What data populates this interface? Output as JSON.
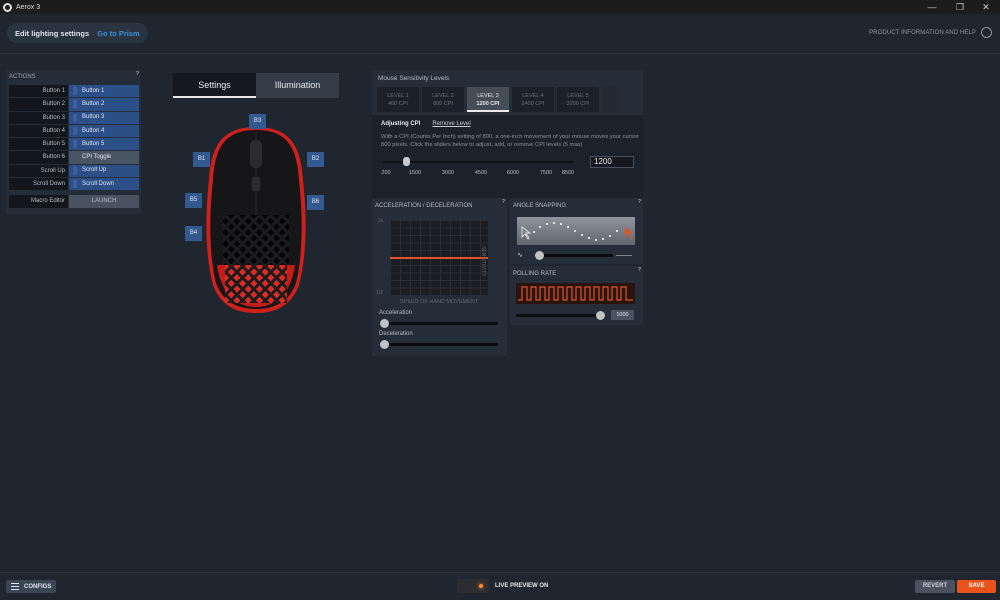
{
  "window": {
    "title": "Aerox 3",
    "minimize": "—",
    "restore": "❐",
    "close": "✕"
  },
  "header": {
    "edit_lighting": "Edit lighting settings",
    "go_to_prism": "Go to Prism",
    "help_label": "PRODUCT INFORMATION AND HELP"
  },
  "actions": {
    "title": "ACTIONS",
    "help": "?",
    "rows": [
      {
        "label": "Button 1",
        "value": "Button 1"
      },
      {
        "label": "Button 2",
        "value": "Button 2"
      },
      {
        "label": "Button 3",
        "value": "Button 3"
      },
      {
        "label": "Button 4",
        "value": "Button 4"
      },
      {
        "label": "Button 5",
        "value": "Button 5"
      },
      {
        "label": "Button 6",
        "value": "CPI Toggle"
      },
      {
        "label": "Scroll Up",
        "value": "Scroll Up"
      },
      {
        "label": "Scroll Down",
        "value": "Scroll Down"
      }
    ],
    "macro_label": "Macro Editor",
    "launch_label": "LAUNCH"
  },
  "tabs": {
    "settings": "Settings",
    "illumination": "Illumination"
  },
  "mouse_buttons": {
    "b1": "B1",
    "b2": "B2",
    "b3": "B3",
    "b4": "B4",
    "b5": "B5",
    "b6": "B6"
  },
  "sensitivity": {
    "title": "Mouse Sensitivity Levels",
    "levels": [
      {
        "name": "LEVEL 1",
        "cpi": "400 CPI"
      },
      {
        "name": "LEVEL 2",
        "cpi": "800 CPI"
      },
      {
        "name": "LEVEL 3",
        "cpi": "1200 CPI"
      },
      {
        "name": "LEVEL 4",
        "cpi": "2400 CPI"
      },
      {
        "name": "LEVEL 5",
        "cpi": "3200 CPI"
      }
    ],
    "active_level": 3,
    "adjusting_label": "Adjusting CPI",
    "remove_label": "Remove Level",
    "description": "With a CPI (Counts Per Inch) setting of 800, a one-inch movement of your mouse moves your cursor 800 pixels. Click the sliders below to adjust, add, or remove CPI levels (5 max)",
    "ticks": [
      "200",
      "1500",
      "3000",
      "4500",
      "6000",
      "7500",
      "8500"
    ],
    "value": "1200"
  },
  "acceleration": {
    "title": "ACCELERATION / DECELERATION",
    "help": "?",
    "y_top": "2x",
    "y_bottom": "1/2",
    "y_label": "SENSITIVITY",
    "x_label": "SPEED OF HAND MOVEMENT",
    "acceleration_label": "Acceleration",
    "deceleration_label": "Deceleration"
  },
  "angle_snapping": {
    "title": "ANGLE SNAPPING",
    "help": "?"
  },
  "polling_rate": {
    "title": "POLLING RATE",
    "help": "?",
    "value": "1000"
  },
  "footer": {
    "configs": "CONFIGS",
    "live_preview": "LIVE PREVIEW ON",
    "revert": "REVERT",
    "save": "SAVE"
  },
  "colors": {
    "accent_orange": "#e8531c",
    "prism_blue": "#3a8fd6",
    "action_blue": "#2c4f88",
    "graph_line": "#e0542a"
  }
}
